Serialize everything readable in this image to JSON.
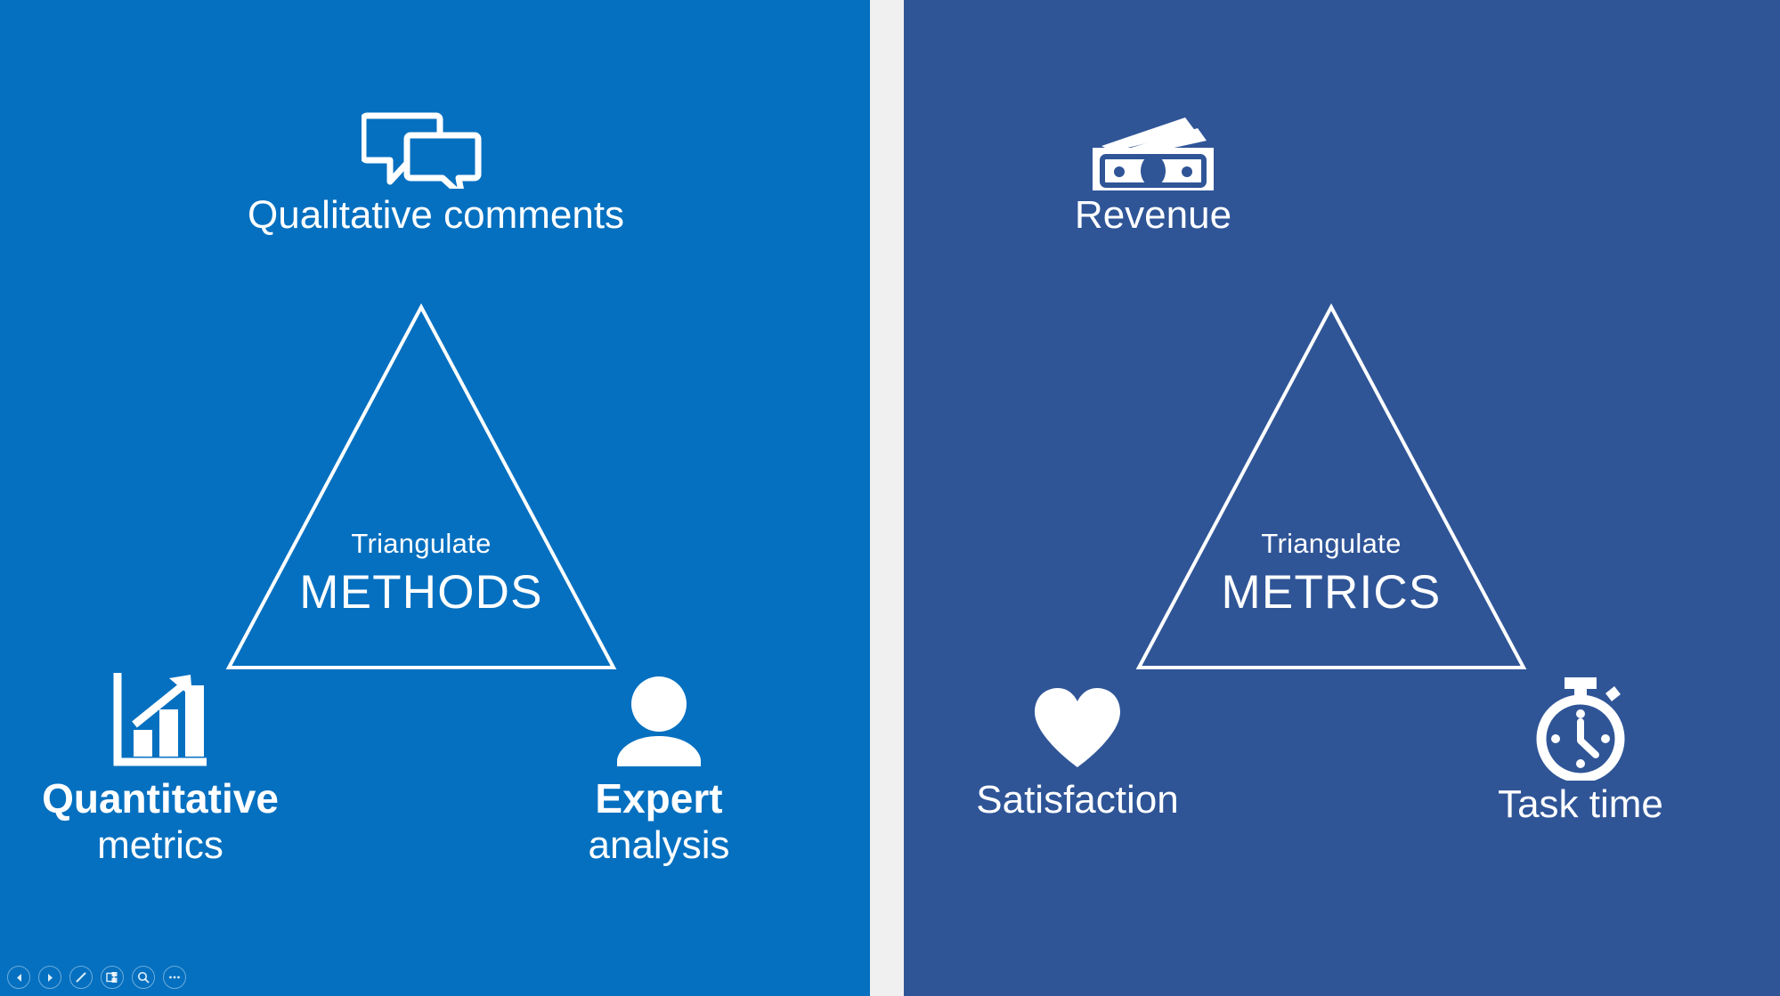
{
  "colors": {
    "left_panel_bg": "#0570c0",
    "right_panel_bg": "#2f5597",
    "gap_bg": "#f0f0f0",
    "foreground": "#ffffff"
  },
  "panels": [
    {
      "id": "methods",
      "background": "#0570c0",
      "triangle": {
        "caption_small": "Triangulate",
        "caption_large": "METHODS"
      },
      "nodes": [
        {
          "position": "top",
          "icon": "speech-bubbles-icon",
          "label": "Qualitative comments",
          "label_line1": "Qualitative comments",
          "label_line2": ""
        },
        {
          "position": "bottom-left",
          "icon": "bar-chart-growth-icon",
          "label": "Quantitative metrics",
          "label_line1": "Quantitative",
          "label_line2": "metrics"
        },
        {
          "position": "bottom-right",
          "icon": "person-icon",
          "label": "Expert analysis",
          "label_line1": "Expert",
          "label_line2": "analysis"
        }
      ]
    },
    {
      "id": "metrics",
      "background": "#2f5597",
      "triangle": {
        "caption_small": "Triangulate",
        "caption_large": "METRICS"
      },
      "nodes": [
        {
          "position": "top",
          "icon": "money-banknotes-icon",
          "label": "Revenue",
          "label_line1": "Revenue",
          "label_line2": ""
        },
        {
          "position": "bottom-left",
          "icon": "heart-icon",
          "label": "Satisfaction",
          "label_line1": "Satisfaction",
          "label_line2": ""
        },
        {
          "position": "bottom-right",
          "icon": "stopwatch-icon",
          "label": "Task time",
          "label_line1": "Task time",
          "label_line2": ""
        }
      ]
    }
  ],
  "toolbar": {
    "buttons": [
      {
        "name": "previous-slide-button",
        "icon": "triangle-left-icon",
        "tooltip": "Previous"
      },
      {
        "name": "next-slide-button",
        "icon": "triangle-right-icon",
        "tooltip": "Next"
      },
      {
        "name": "pen-annotate-button",
        "icon": "pen-icon",
        "tooltip": "Pen"
      },
      {
        "name": "slide-overview-button",
        "icon": "grid-icon",
        "tooltip": "See all slides"
      },
      {
        "name": "zoom-button",
        "icon": "magnifier-icon",
        "tooltip": "Zoom"
      },
      {
        "name": "more-options-button",
        "icon": "ellipsis-icon",
        "tooltip": "More options"
      }
    ]
  }
}
